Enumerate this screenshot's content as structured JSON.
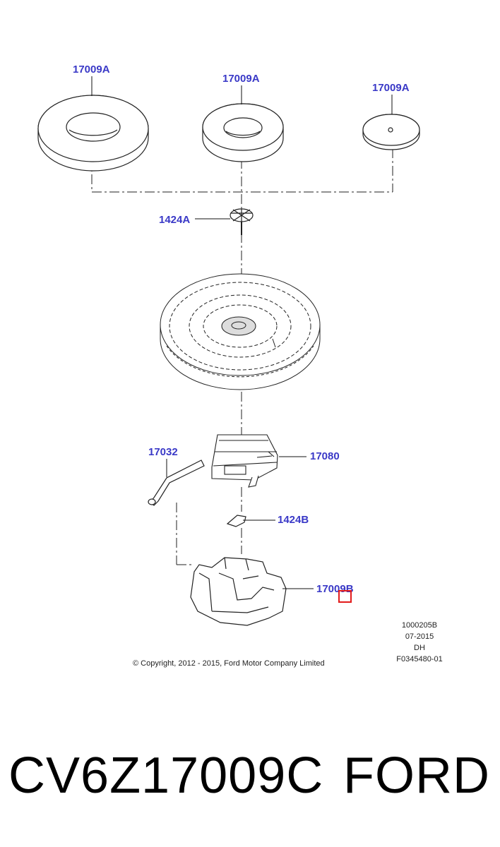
{
  "callouts": {
    "large_pad": "17009A",
    "medium_pad": "17009A",
    "small_disc": "17009A",
    "retainer_top": "1424A",
    "handle": "17032",
    "jack": "17080",
    "retainer_bottom": "1424B",
    "tray": "17009B"
  },
  "meta": {
    "code": "1000205B",
    "date": "07-2015",
    "suffix": "DH",
    "figure": "F0345480-01"
  },
  "copyright": "© Copyright, 2012 - 2015, Ford Motor Company Limited",
  "part_number": "CV6Z17009C",
  "brand": "FORD",
  "colors": {
    "callout": "#3a39c7",
    "highlight": "#e21b1b",
    "line": "#222222"
  }
}
